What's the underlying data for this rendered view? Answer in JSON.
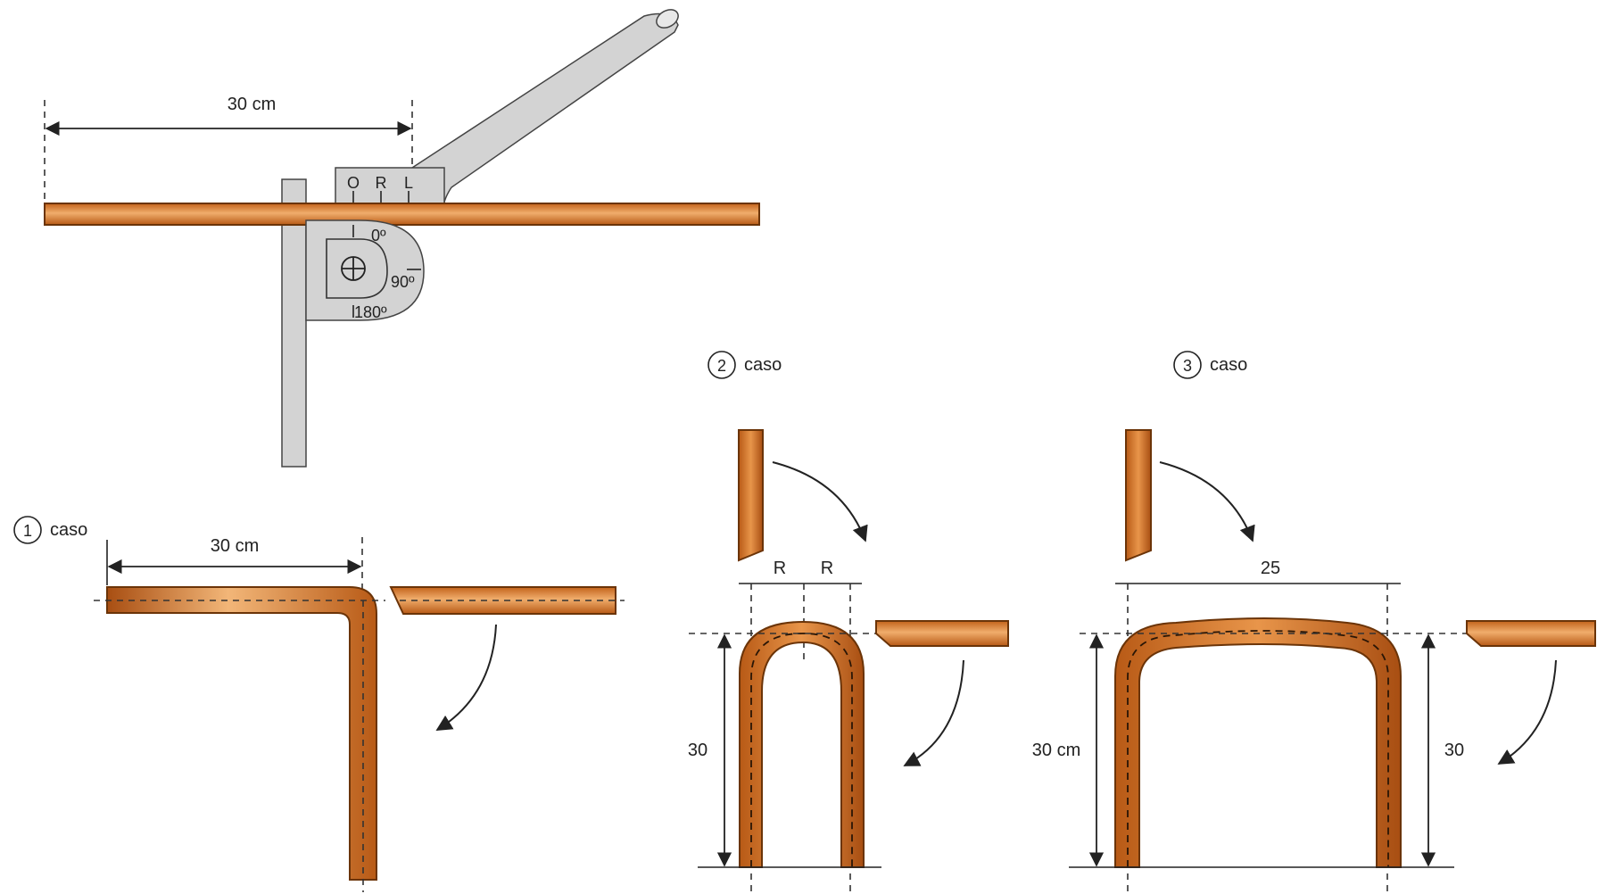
{
  "top": {
    "dimension_label": "30 cm",
    "scale_marks": [
      "O",
      "R",
      "L"
    ],
    "angle_0": "0º",
    "angle_90": "90º",
    "angle_180": "180º"
  },
  "case1": {
    "number": "1",
    "label": "caso",
    "dimension_label": "30 cm"
  },
  "case2": {
    "number": "2",
    "label": "caso",
    "radius_left": "R",
    "radius_right": "R",
    "height_label": "30"
  },
  "case3": {
    "number": "3",
    "label": "caso",
    "width_label": "25",
    "height_left_label": "30 cm",
    "height_right_label": "30"
  },
  "colors": {
    "copper_dark": "#b85a16",
    "copper_mid": "#d8782c",
    "copper_light": "#f2b678",
    "tool_gray": "#d3d3d3",
    "tool_outline": "#444444"
  }
}
